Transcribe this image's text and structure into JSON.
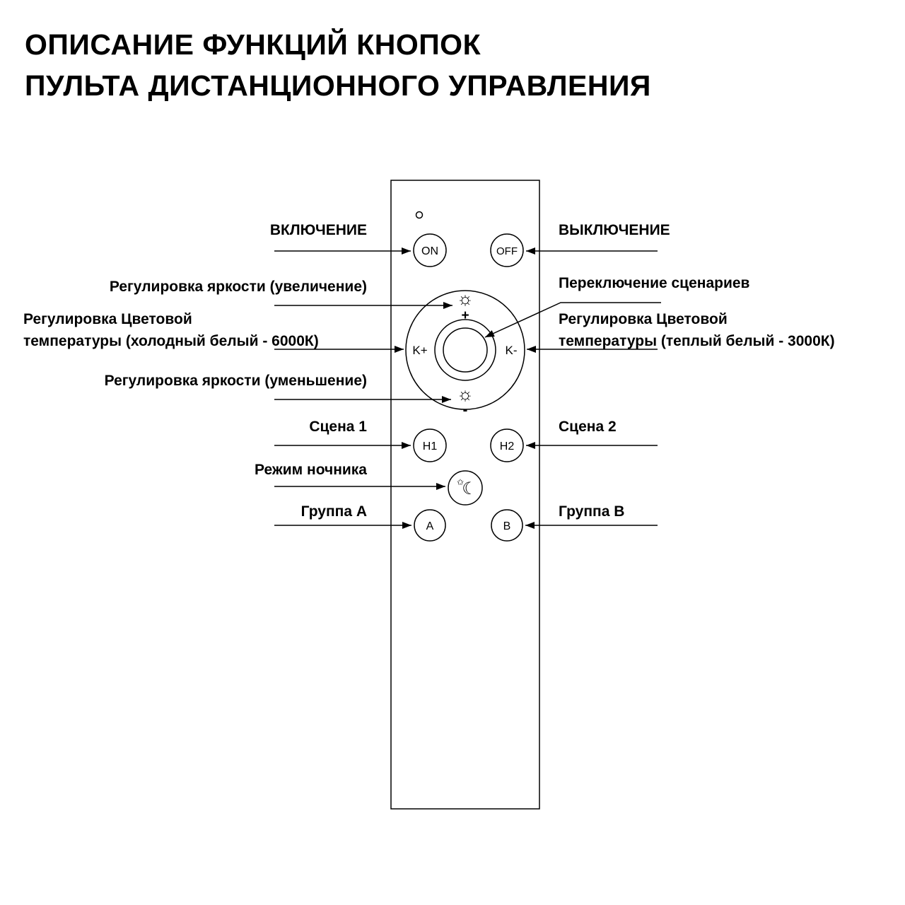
{
  "title": {
    "line1": "ОПИСАНИЕ ФУНКЦИЙ КНОПОК",
    "line2": "ПУЛЬТА ДИСТАНЦИОННОГО УПРАВЛЕНИЯ"
  },
  "annotations": {
    "power_on": "ВКЛЮЧЕНИЕ",
    "power_off": "ВЫКЛЮЧЕНИЕ",
    "brightness_up": "Регулировка яркости (увеличение)",
    "scene_switch": "Переключение сценариев",
    "color_temp_cold": {
      "line1": "Регулировка Цветовой",
      "line2": "температуры (холодный белый - 6000К)"
    },
    "color_temp_warm": {
      "line1": "Регулировка Цветовой",
      "line2": "температуры (теплый белый - 3000К)"
    },
    "brightness_down": "Регулировка яркости (уменьшение)",
    "scene_1": "Сцена 1",
    "scene_2": "Сцена 2",
    "night_mode": "Режим ночника",
    "group_a": "Группа A",
    "group_b": "Группа B"
  },
  "remote": {
    "buttons": {
      "on": "ON",
      "off": "OFF",
      "k_plus": "K+",
      "k_minus": "K-",
      "h1": "H1",
      "h2": "H2",
      "a": "A",
      "b": "B"
    },
    "icons": {
      "brightness_sun": "☼",
      "plus": "+",
      "minus": "-",
      "moon": "☾",
      "star": "✩"
    }
  },
  "colors": {
    "line": "#000000",
    "background": "#ffffff"
  }
}
